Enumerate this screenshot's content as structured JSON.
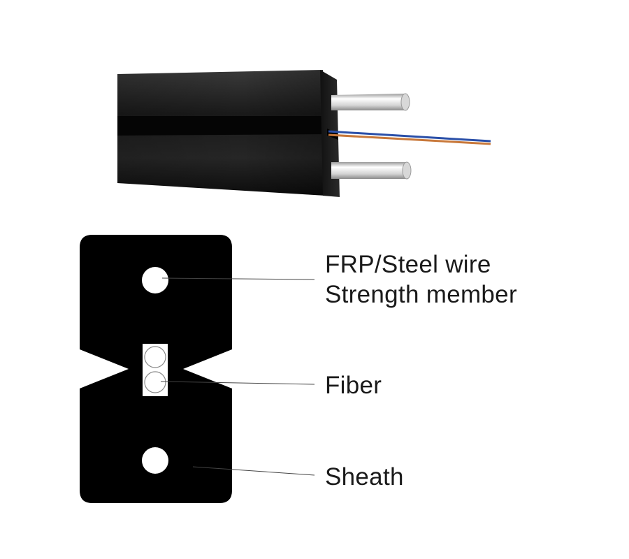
{
  "labels": {
    "strength_member_line1": "FRP/Steel wire",
    "strength_member_line2": "Strength member",
    "fiber": "Fiber",
    "sheath": "Sheath"
  },
  "colors": {
    "sheath": "#000000",
    "strength_member": "#e8e8e8",
    "fiber_blue": "#2a4fa8",
    "fiber_orange": "#c8783a",
    "leader_line": "#444444",
    "label_text": "#1a1a1a"
  },
  "icons": [
    "cable-3d-illustration",
    "cross-section-diagram"
  ]
}
